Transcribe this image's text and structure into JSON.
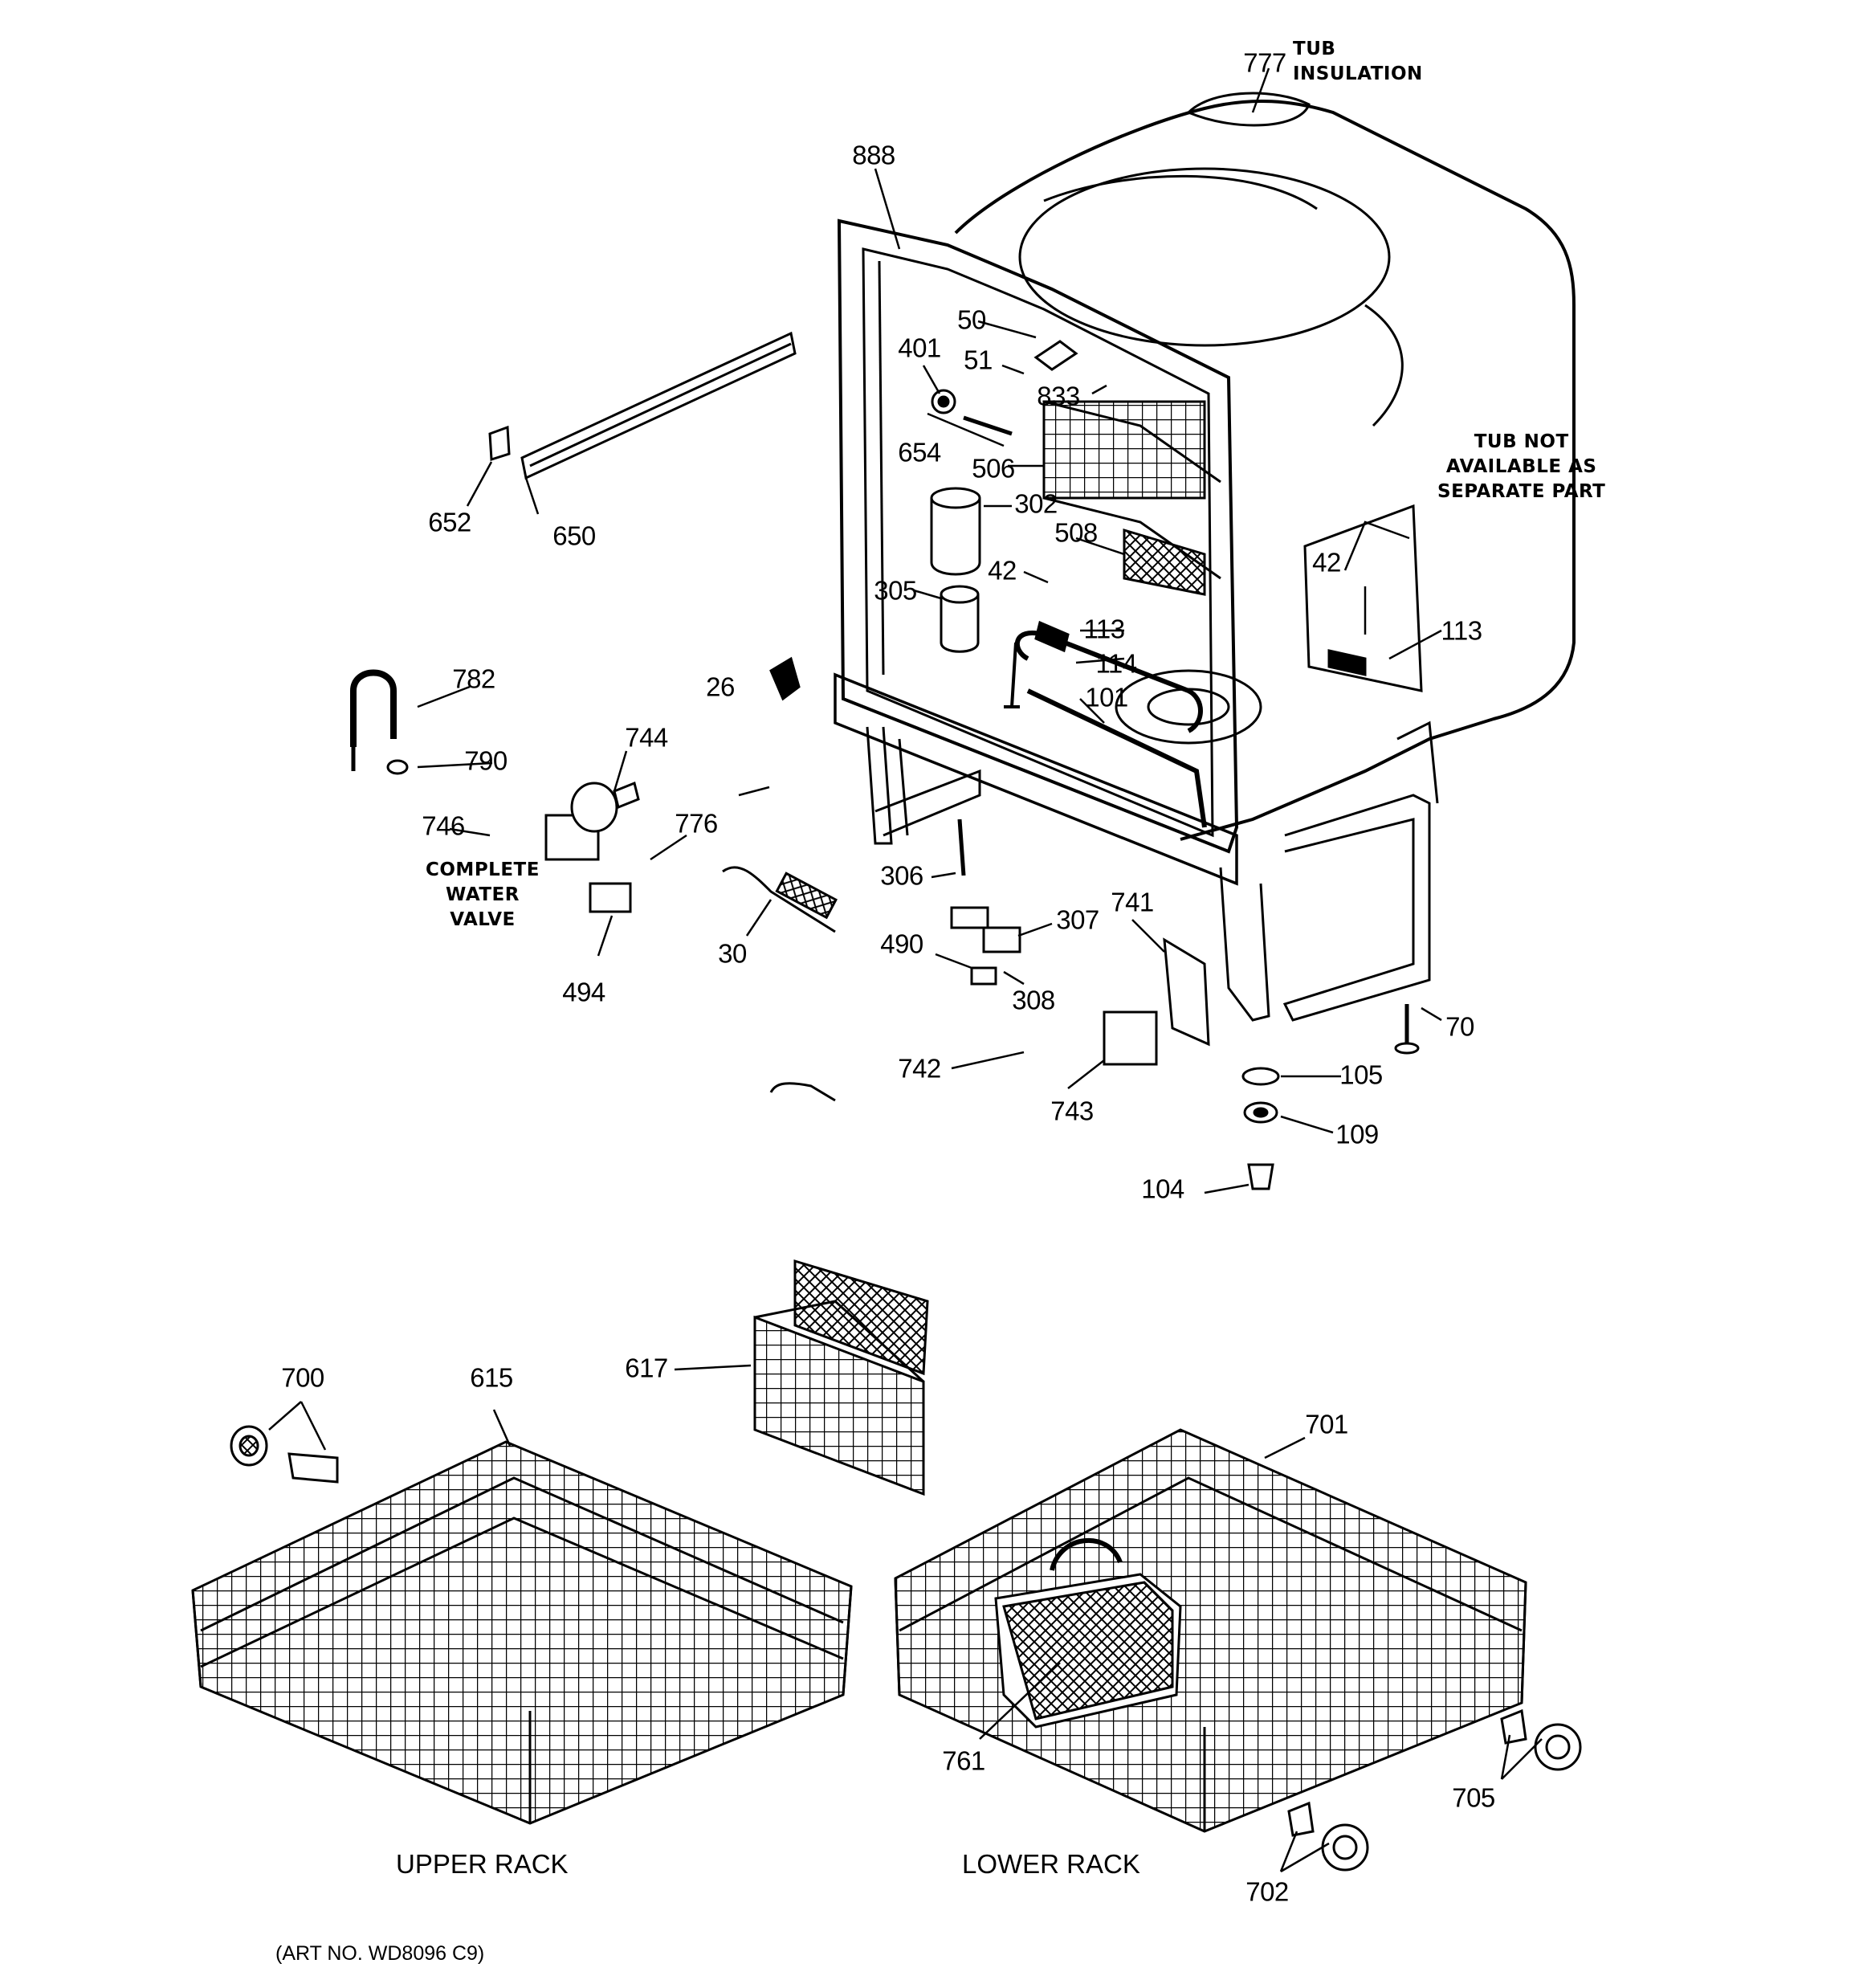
{
  "diagram": {
    "notes": {
      "tub_insulation": "TUB\nINSULATION",
      "tub_not_available": "TUB NOT\nAVAILABLE AS\nSEPARATE PART",
      "complete_water_valve": "COMPLETE\nWATER\nVALVE"
    },
    "captions": {
      "upper_rack": "UPPER RACK",
      "lower_rack": "LOWER RACK",
      "art_no": "(ART NO. WD8096 C9)"
    },
    "callouts": {
      "p777": "777",
      "p888": "888",
      "p50": "50",
      "p51": "51",
      "p401": "401",
      "p833": "833",
      "p654": "654",
      "p506": "506",
      "p302": "302",
      "p508": "508",
      "p42a": "42",
      "p305": "305",
      "p113a": "113",
      "p114": "114",
      "p101": "101",
      "p42b": "42",
      "p113b": "113",
      "p652": "652",
      "p650": "650",
      "p782": "782",
      "p790": "790",
      "p744": "744",
      "p746": "746",
      "p776": "776",
      "p26": "26",
      "p494": "494",
      "p30": "30",
      "p306": "306",
      "p307": "307",
      "p741": "741",
      "p490": "490",
      "p308": "308",
      "p70": "70",
      "p742": "742",
      "p743": "743",
      "p105": "105",
      "p109": "109",
      "p104": "104",
      "p617": "617",
      "p700": "700",
      "p615": "615",
      "p701": "701",
      "p761": "761",
      "p705": "705",
      "p702": "702"
    }
  }
}
